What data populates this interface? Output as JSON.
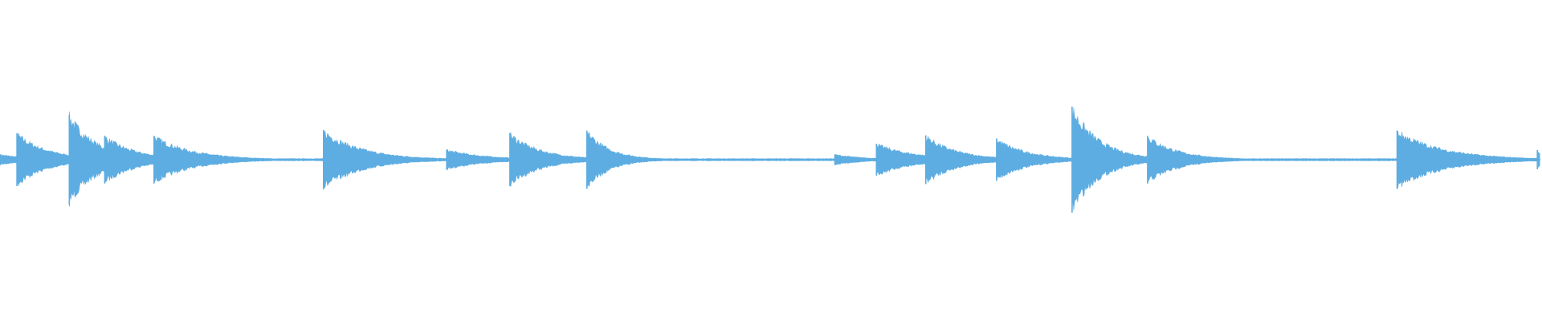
{
  "waveform": {
    "color": "#5DADE2",
    "onsets": [
      {
        "t": 0.0,
        "amp": 0.1,
        "decay": 0.02,
        "len": 0.011
      },
      {
        "t": 0.011,
        "amp": 0.5,
        "decay": 0.02,
        "len": 0.034
      },
      {
        "t": 0.045,
        "amp": 0.85,
        "decay": 0.018,
        "len": 0.023
      },
      {
        "t": 0.068,
        "amp": 0.45,
        "decay": 0.02,
        "len": 0.032
      },
      {
        "t": 0.1,
        "amp": 0.45,
        "decay": 0.025,
        "len": 0.11
      },
      {
        "t": 0.21,
        "amp": 0.56,
        "decay": 0.025,
        "len": 0.08
      },
      {
        "t": 0.29,
        "amp": 0.19,
        "decay": 0.025,
        "len": 0.041
      },
      {
        "t": 0.331,
        "amp": 0.5,
        "decay": 0.02,
        "len": 0.05
      },
      {
        "t": 0.381,
        "amp": 0.55,
        "decay": 0.015,
        "len": 0.161
      },
      {
        "t": 0.542,
        "amp": 0.1,
        "decay": 0.02,
        "len": 0.027
      },
      {
        "t": 0.569,
        "amp": 0.3,
        "decay": 0.025,
        "len": 0.032
      },
      {
        "t": 0.601,
        "amp": 0.46,
        "decay": 0.02,
        "len": 0.046
      },
      {
        "t": 0.647,
        "amp": 0.4,
        "decay": 0.02,
        "len": 0.049
      },
      {
        "t": 0.696,
        "amp": 1.0,
        "decay": 0.018,
        "len": 0.049
      },
      {
        "t": 0.745,
        "amp": 0.45,
        "decay": 0.02,
        "len": 0.162
      },
      {
        "t": 0.907,
        "amp": 0.55,
        "decay": 0.03,
        "len": 0.091
      },
      {
        "t": 0.998,
        "amp": 0.18,
        "decay": 0.005,
        "len": 0.002
      }
    ]
  }
}
